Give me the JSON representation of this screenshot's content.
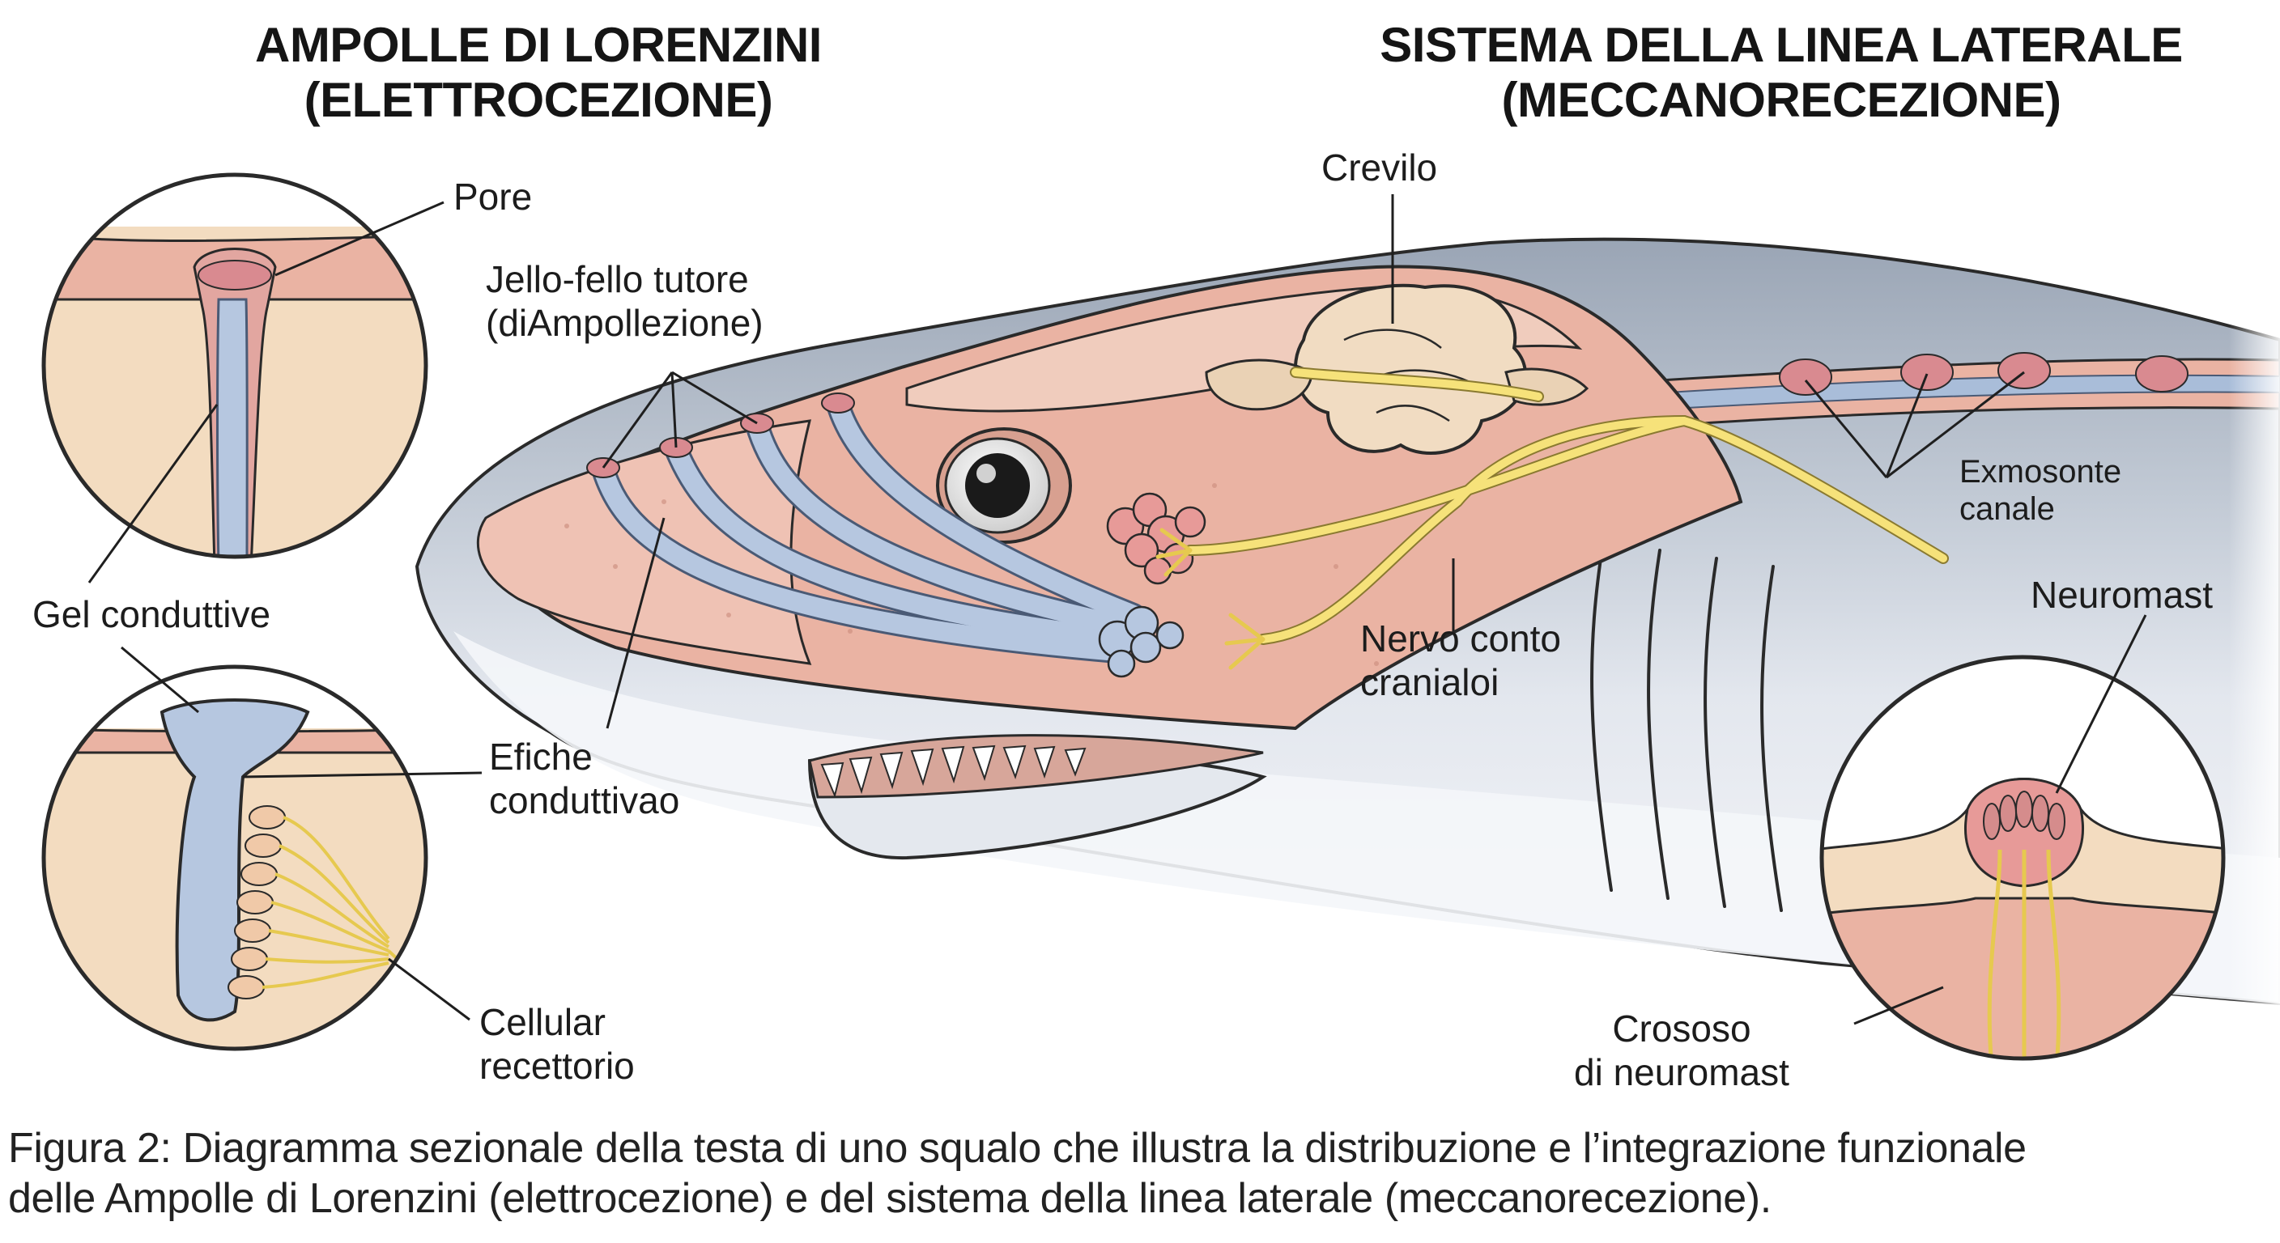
{
  "headings": {
    "left_line1": "AMPOLLE DI LORENZINI",
    "left_line2": "(ELETTROCEZIONE)",
    "right_line1": "SISTEMA DELLA LINEA LATERALE",
    "right_line2": "(MECCANORECEZIONE)"
  },
  "labels": {
    "pore": "Pore",
    "jelly_line1": "Jello-fello tutore",
    "jelly_line2": "(diAmpollezione)",
    "brain": "Crevilo",
    "gel": "Gel conduttive",
    "canal_line1": "Exmosonte",
    "canal_line2": "canale",
    "nerve_line1": "Nervo conto",
    "nerve_line2": "cranialoi",
    "neuromast": "Neuromast",
    "effect_line1": "Efiche",
    "effect_line2": "conduttivao",
    "receptor_line1": "Cellular",
    "receptor_line2": "recettorio",
    "cross_line1": "Crososo",
    "cross_line2": "di neuromast"
  },
  "caption": {
    "line1": "Figura 2: Diagramma sezionale della testa di uno squalo che illustra la distribuzione e l’integrazione funzionale",
    "line2": "delle Ampolle di Lorenzini (elettrocezione) e del sistema della linea laterale (meccanorecezione)."
  },
  "colors": {
    "shark_skin": "#c9d1dc",
    "shark_belly": "#eef1f5",
    "flesh_pink": "#eab3a3",
    "tissue_beige": "#f3dcc0",
    "gel_blue": "#b6c7e0",
    "nerve_yellow": "#f6e27a",
    "brain": "#f1dcc2",
    "outline": "#2a2a2a"
  }
}
